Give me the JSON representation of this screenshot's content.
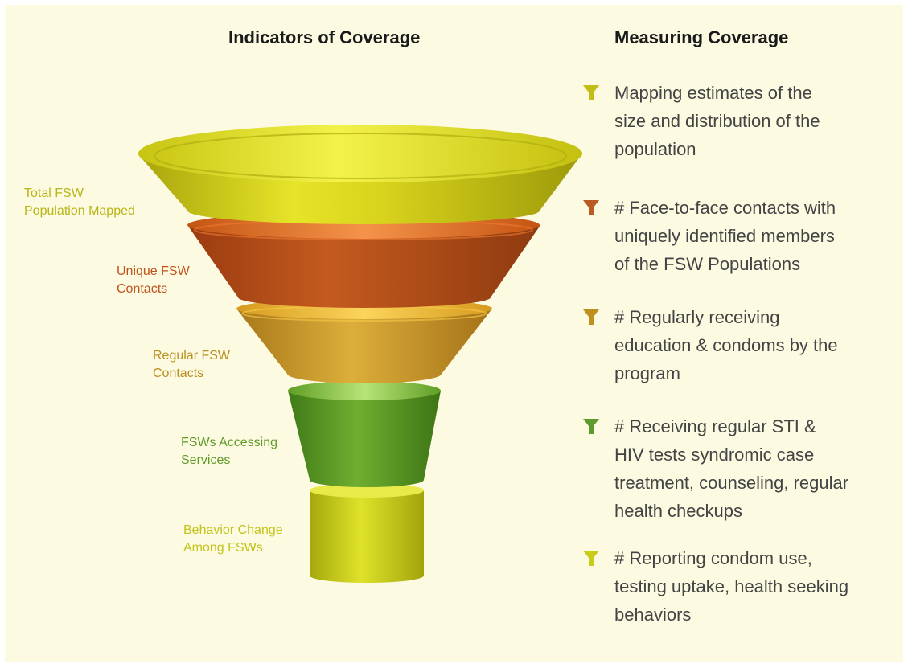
{
  "titles": {
    "left": "Indicators of Coverage",
    "right": "Measuring Coverage"
  },
  "stages": [
    {
      "id": "total",
      "label_lines": [
        "Total FSW",
        "Population Mapped"
      ],
      "color": "#c9c915",
      "measure_lines": [
        "Mapping estimates of the",
        "size and distribution of the",
        "population"
      ],
      "bullet_color": "#c2be16"
    },
    {
      "id": "unique",
      "label_lines": [
        "Unique FSW",
        "Contacts"
      ],
      "color": "#c0521c",
      "measure_lines": [
        "# Face-to-face contacts with",
        "uniquely identified members",
        "of the FSW Populations"
      ],
      "bullet_color": "#b85c23"
    },
    {
      "id": "regular",
      "label_lines": [
        "Regular FSW",
        "Contacts"
      ],
      "color": "#c99a22",
      "measure_lines": [
        "# Regularly receiving",
        "education & condoms by the",
        "program"
      ],
      "bullet_color": "#c0901f"
    },
    {
      "id": "accessing",
      "label_lines": [
        "FSWs Accessing",
        "Services"
      ],
      "color": "#5f9a28",
      "measure_lines": [
        "# Receiving regular STI &",
        "HIV tests syndromic case",
        "treatment, counseling, regular",
        "health checkups"
      ],
      "bullet_color": "#5e9b2c"
    },
    {
      "id": "behavior",
      "label_lines": [
        "Behavior Change",
        "Among FSWs"
      ],
      "color": "#c8cc18",
      "measure_lines": [
        "# Reporting condom use,",
        "testing uptake, health seeking",
        "behaviors"
      ],
      "bullet_color": "#c8cc18"
    }
  ]
}
